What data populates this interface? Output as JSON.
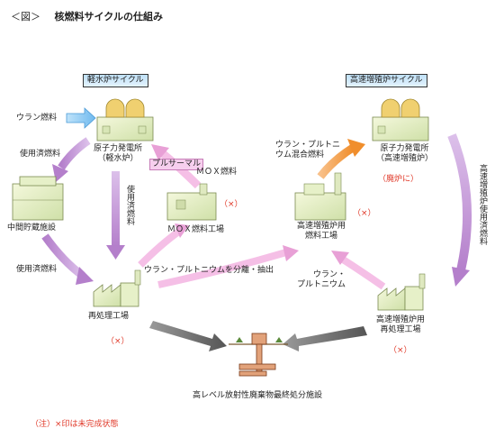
{
  "title": {
    "prefix": "＜図＞",
    "text": "核燃料サイクルの仕組み"
  },
  "headers": {
    "light_water": "軽水炉サイクル",
    "fast_breeder": "高速増殖炉サイクル"
  },
  "labels": {
    "uranium_fuel": "ウラン燃料",
    "spent_fuel_1": "使用済燃料",
    "spent_fuel_2": "使用済燃料",
    "spent_fuel_vertical": "使用済燃料",
    "interim_storage": "中間貯蔵施設",
    "npp_lwr": "原子力発電所\n（軽水炉）",
    "pluthermal": "プルサーマル",
    "mox_fuel": "ＭＯＸ燃料",
    "mox_plant": "ＭＯＸ燃料工場",
    "mox_mark": "（×）",
    "separation": "ウラン・プルトニウムを分離・抽出",
    "reprocessing": "再処理工場",
    "reprocessing_mark": "（×）",
    "u_pu_mixed": "ウラン・プルトニ\nウム混合燃料",
    "npp_fbr": "原子力発電所\n（高速増殖炉）",
    "decommission": "（廃炉に）",
    "fbr_fuel_plant": "高速増殖炉用\n燃料工場",
    "fbr_fuel_mark": "（×）",
    "u_pu": "ウラン・\nプルトニウム",
    "fbr_spent_vertical": "高速増殖炉使用済燃料",
    "fbr_reprocessing": "高速増殖炉用\n再処理工場",
    "fbr_reprocessing_mark": "（×）",
    "disposal": "高レベル放射性廃棄物最終処分施設",
    "note": "（注）×印は未完成状態"
  },
  "colors": {
    "purple": "#c89ad8",
    "pink": "#f7c2ea",
    "orange": "#f5a354",
    "blue": "#7cc4f2",
    "gray": "#7a7a7a",
    "red": "#e03a2a"
  }
}
